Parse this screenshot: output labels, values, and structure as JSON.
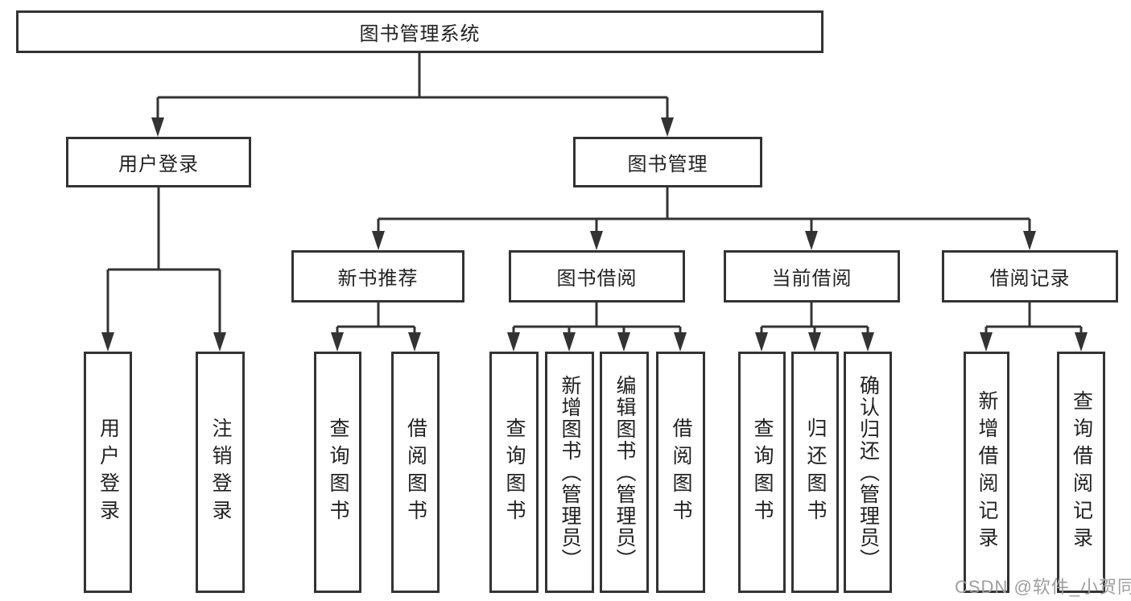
{
  "tree": {
    "label": "图书管理系统",
    "children": [
      {
        "label": "用户登录",
        "children": [
          {
            "label": "用户登录"
          },
          {
            "label": "注销登录"
          }
        ]
      },
      {
        "label": "图书管理",
        "children": [
          {
            "label": "新书推荐",
            "children": [
              {
                "label": "查询图书"
              },
              {
                "label": "借阅图书"
              }
            ]
          },
          {
            "label": "图书借阅",
            "children": [
              {
                "label": "查询图书"
              },
              {
                "label": "新增图书（管理员）"
              },
              {
                "label": "编辑图书（管理员）"
              },
              {
                "label": "借阅图书"
              }
            ]
          },
          {
            "label": "当前借阅",
            "children": [
              {
                "label": "查询图书"
              },
              {
                "label": "归还图书"
              },
              {
                "label": "确认归还（管理员）"
              }
            ]
          },
          {
            "label": "借阅记录",
            "children": [
              {
                "label": "新增借阅记录"
              },
              {
                "label": "查询借阅记录"
              }
            ]
          }
        ]
      }
    ]
  },
  "watermark": {
    "text": "CSDN @软件_小贺同学"
  },
  "colors": {
    "line": "#333333",
    "box_border": "#333333",
    "text": "#222222",
    "watermark": "#9e9e9e",
    "background": "#ffffff"
  }
}
